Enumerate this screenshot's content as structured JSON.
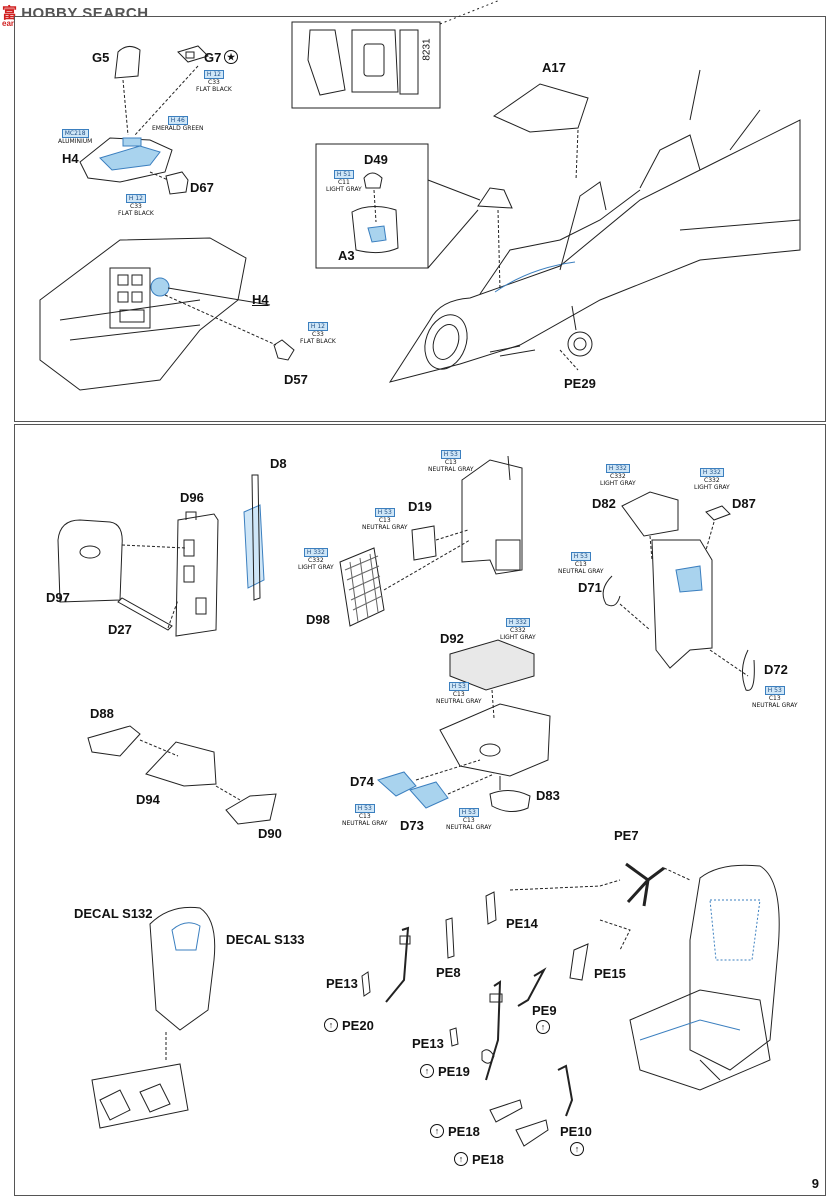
{
  "watermark": {
    "cn": "富",
    "en": "HOBBY SEARCH",
    "url": "ean-shou.com"
  },
  "page_number": "9",
  "top_panel": {
    "parts": {
      "g5": "G5",
      "g7": "G7",
      "h4a": "H4",
      "d67": "D67",
      "h4b": "H4",
      "d57": "D57",
      "d49": "D49",
      "a3": "A3",
      "a17": "A17",
      "pe29": "PE29",
      "photoetch": "8231"
    },
    "paints": {
      "p1": {
        "h": "H 12",
        "c": "C33",
        "name": "FLAT BLACK"
      },
      "p2": {
        "h": "MC218",
        "c": "",
        "name": "ALUMINIUM"
      },
      "p3": {
        "h": "H 46",
        "c": "",
        "name": "EMERALD GREEN"
      },
      "p4": {
        "h": "H 12",
        "c": "C33",
        "name": "FLAT BLACK"
      },
      "p5": {
        "h": "H 12",
        "c": "C33",
        "name": "FLAT BLACK"
      },
      "p6": {
        "h": "H 51",
        "c": "C11",
        "name": "LIGHT GRAY"
      }
    }
  },
  "bottom_panel": {
    "parts": {
      "d8": "D8",
      "d96": "D96",
      "d97": "D97",
      "d27": "D27",
      "d19": "D19",
      "d98": "D98",
      "d82": "D82",
      "d87": "D87",
      "d71": "D71",
      "d72": "D72",
      "d92": "D92",
      "d88": "D88",
      "d94": "D94",
      "d90": "D90",
      "d74": "D74",
      "d73": "D73",
      "d83": "D83",
      "decal1": "DECAL S132",
      "decal2": "DECAL S133",
      "pe7": "PE7",
      "pe14": "PE14",
      "pe8": "PE8",
      "pe13a": "PE13",
      "pe15": "PE15",
      "pe20": "PE20",
      "pe9": "PE9",
      "pe13b": "PE13",
      "pe19": "PE19",
      "pe18a": "PE18",
      "pe10": "PE10",
      "pe18b": "PE18"
    },
    "paints": {
      "q1": {
        "h": "H 53",
        "c": "C13",
        "name": "NEUTRAL GRAY"
      },
      "q2": {
        "h": "H 53",
        "c": "C13",
        "name": "NEUTRAL GRAY"
      },
      "q3": {
        "h": "H 332",
        "c": "C332",
        "name": "LIGHT GRAY"
      },
      "q4": {
        "h": "H 332",
        "c": "C332",
        "name": "LIGHT GRAY"
      },
      "q5": {
        "h": "H 332",
        "c": "C332",
        "name": "LIGHT GRAY"
      },
      "q6": {
        "h": "H 53",
        "c": "C13",
        "name": "NEUTRAL GRAY"
      },
      "q7": {
        "h": "H 53",
        "c": "C13",
        "name": "NEUTRAL GRAY"
      },
      "q8": {
        "h": "H 332",
        "c": "C332",
        "name": "LIGHT GRAY"
      },
      "q9": {
        "h": "H 53",
        "c": "C13",
        "name": "NEUTRAL GRAY"
      },
      "q10": {
        "h": "H 53",
        "c": "C13",
        "name": "NEUTRAL GRAY"
      },
      "q11": {
        "h": "H 53",
        "c": "C13",
        "name": "NEUTRAL GRAY"
      }
    }
  }
}
